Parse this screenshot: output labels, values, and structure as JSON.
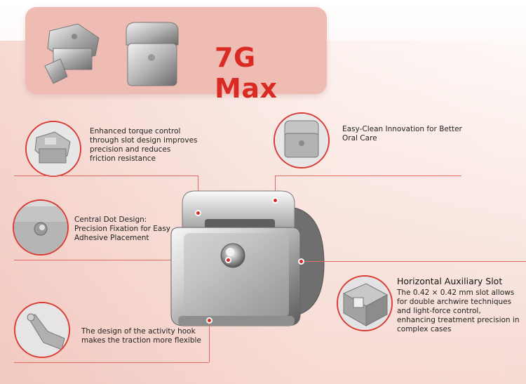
{
  "brand": {
    "title": "7G Max",
    "accent_color": "#d92a24",
    "panel_color": "#efbcb4"
  },
  "features": {
    "torque": {
      "text_lines": [
        "Enhanced torque control",
        "through slot design improves",
        "precision and reduces",
        "friction resistance"
      ],
      "icon": "bracket-slot-icon"
    },
    "easy_clean": {
      "text_lines": [
        "Easy-Clean Innovation for Better",
        "Oral Care"
      ],
      "icon": "bracket-side-icon"
    },
    "central_dot": {
      "text_lines": [
        "Central Dot Design:",
        "Precision Fixation for Easy",
        "Adhesive Placement"
      ],
      "icon": "central-dot-icon"
    },
    "auxiliary_slot": {
      "heading": "Horizontal Auxiliary Slot",
      "text_lines": [
        "The 0.42 × 0.42 mm slot allows",
        "for double archwire techniques",
        "and light-force control,",
        "enhancing treatment precision in",
        "complex cases"
      ],
      "icon": "auxiliary-slot-icon"
    },
    "hook": {
      "text_lines": [
        "The design of the activity hook",
        "makes the traction more flexible"
      ],
      "icon": "activity-hook-icon"
    }
  }
}
